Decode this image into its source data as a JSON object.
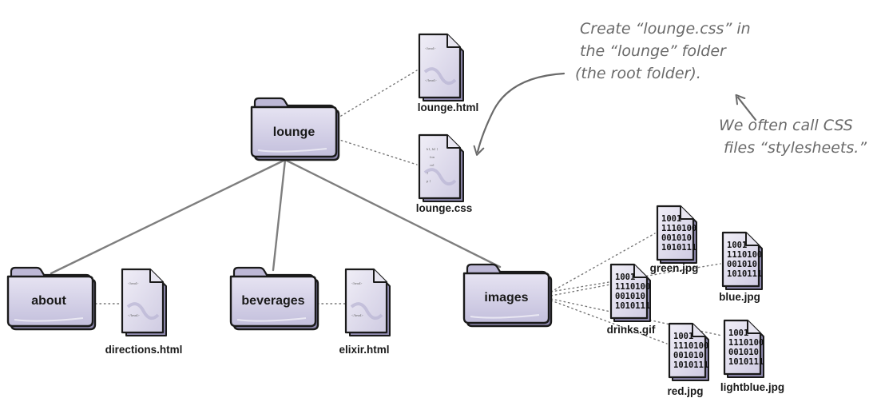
{
  "folders": {
    "lounge": "lounge",
    "about": "about",
    "beverages": "beverages",
    "images": "images"
  },
  "files": {
    "lounge_html": "lounge.html",
    "lounge_css": "lounge.css",
    "directions_html": "directions.html",
    "elixir_html": "elixir.html",
    "green_jpg": "green.jpg",
    "blue_jpg": "blue.jpg",
    "drinks_gif": "drinks.gif",
    "red_jpg": "red.jpg",
    "lightblue_jpg": "lightblue.jpg"
  },
  "doc_icon_text": {
    "html_head": "<head>",
    "html_head_close": "</head>",
    "css_line1": "h1, h2 {",
    "css_line2": "fon",
    "css_line3": "col",
    "css_line4": "}",
    "css_line5": "p {"
  },
  "binary_rows": [
    "1001",
    "1110100",
    "001010",
    "1010111"
  ],
  "annotations": {
    "create_note_line1": "Create “lounge.css” in",
    "create_note_line2": "the “lounge” folder",
    "create_note_line3": "(the root folder).",
    "stylesheets_line1": "We often call CSS",
    "stylesheets_line2": "files “stylesheets.”"
  },
  "colors": {
    "folder_fill": "#d6d3e8",
    "folder_shadow": "#a7a2c4",
    "outline": "#1a1a1a",
    "line": "#7e7e7e"
  }
}
